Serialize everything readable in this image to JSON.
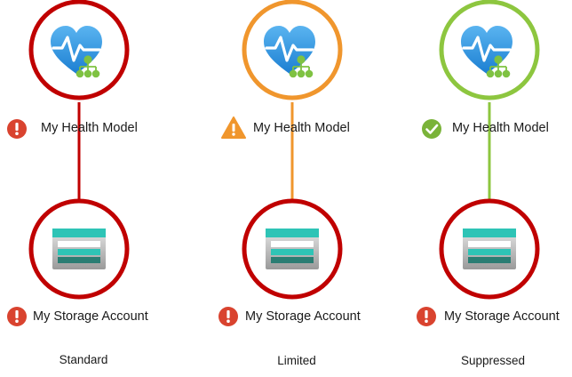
{
  "columns": [
    {
      "propagation": "Standard",
      "parent": {
        "label": "My Health Model",
        "state": "critical",
        "ring_color": "#c00000",
        "status_icon": "error-icon"
      },
      "link_color": "#c00000",
      "child": {
        "label": "My Storage Account",
        "state": "critical",
        "ring_color": "#c00000",
        "status_icon": "error-icon"
      }
    },
    {
      "propagation": "Limited",
      "parent": {
        "label": "My Health Model",
        "state": "warning",
        "ring_color": "#f0962d",
        "status_icon": "warning-icon"
      },
      "link_color": "#f0962d",
      "child": {
        "label": "My Storage Account",
        "state": "critical",
        "ring_color": "#c00000",
        "status_icon": "error-icon"
      }
    },
    {
      "propagation": "Suppressed",
      "parent": {
        "label": "My Health Model",
        "state": "healthy",
        "ring_color": "#8dc63f",
        "status_icon": "check-icon"
      },
      "link_color": "#8dc63f",
      "child": {
        "label": "My Storage Account",
        "state": "critical",
        "ring_color": "#c00000",
        "status_icon": "error-icon"
      }
    }
  ],
  "colors": {
    "critical": "#d9432f",
    "warning": "#f0962d",
    "healthy": "#7ab339",
    "heart_light": "#5ab4f0",
    "heart_dark": "#1c7fd2",
    "node_green": "#7fc242",
    "storage_teal": "#2ec4b6",
    "storage_dark": "#2a7d73",
    "storage_gray": "#a8a8a8"
  }
}
